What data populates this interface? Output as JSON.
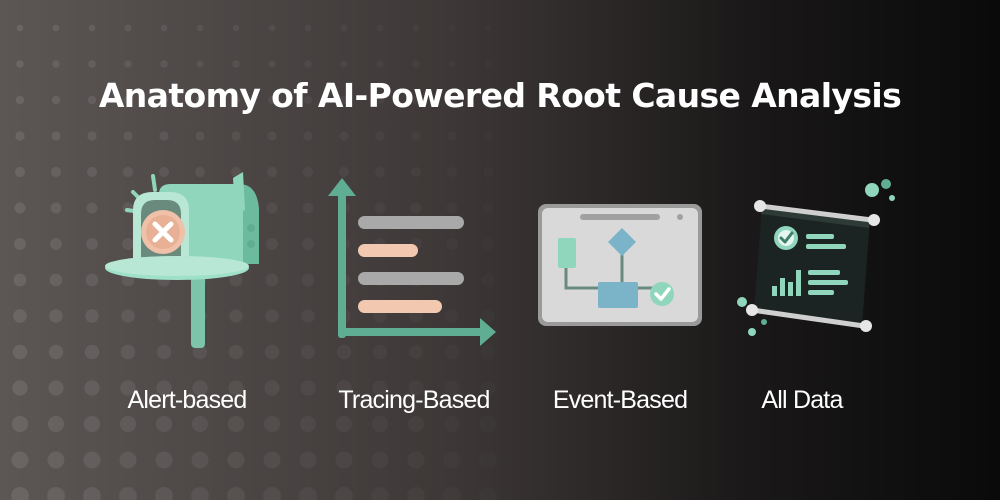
{
  "title": "Anatomy of AI-Powered Root Cause Analysis",
  "colors": {
    "background_left": "#5c5655",
    "background_right": "#0a0a0a",
    "mint": "#8fd6bd",
    "mint_dark": "#5fae94",
    "peach": "#f2c9b0",
    "grey_bar": "#a9a9a9",
    "text": "#ffffff"
  },
  "approaches": [
    {
      "label": "Alert-based",
      "icon": "mailbox-alert-icon"
    },
    {
      "label": "Tracing-Based",
      "icon": "trace-bars-icon"
    },
    {
      "label": "Event-Based",
      "icon": "event-flowchart-icon"
    },
    {
      "label": "All Data",
      "icon": "data-presentation-board-icon"
    }
  ]
}
